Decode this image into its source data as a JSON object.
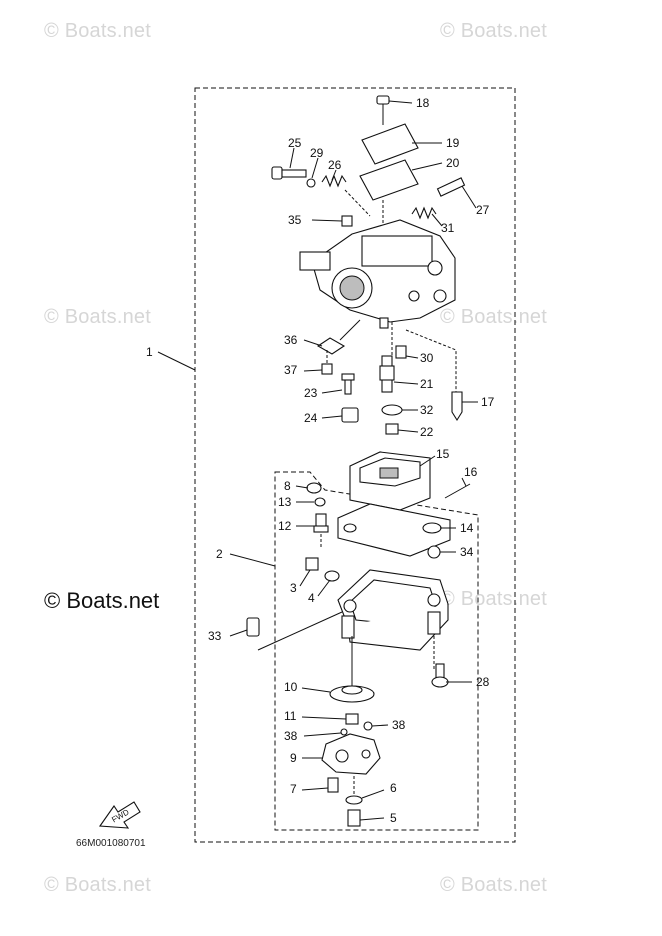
{
  "watermarks": {
    "text": "© Boats.net",
    "faint_color": "#d6d6d6",
    "main_text": "© Boats.net"
  },
  "diagram": {
    "part_code": "66M001080701",
    "fwd_label": "FWD",
    "callouts": {
      "c1": "1",
      "c2": "2",
      "c3": "3",
      "c4": "4",
      "c5": "5",
      "c6": "6",
      "c7": "7",
      "c8": "8",
      "c9": "9",
      "c10": "10",
      "c11": "11",
      "c12": "12",
      "c13": "13",
      "c14": "14",
      "c15": "15",
      "c16": "16",
      "c17": "17",
      "c18": "18",
      "c19": "19",
      "c20": "20",
      "c21": "21",
      "c22": "22",
      "c23": "23",
      "c24": "24",
      "c25": "25",
      "c26": "26",
      "c27": "27",
      "c28": "28",
      "c29": "29",
      "c30": "30",
      "c31": "31",
      "c32": "32",
      "c33": "33",
      "c34": "34",
      "c35": "35",
      "c36": "36",
      "c37": "37",
      "c38a": "38",
      "c38b": "38"
    }
  }
}
